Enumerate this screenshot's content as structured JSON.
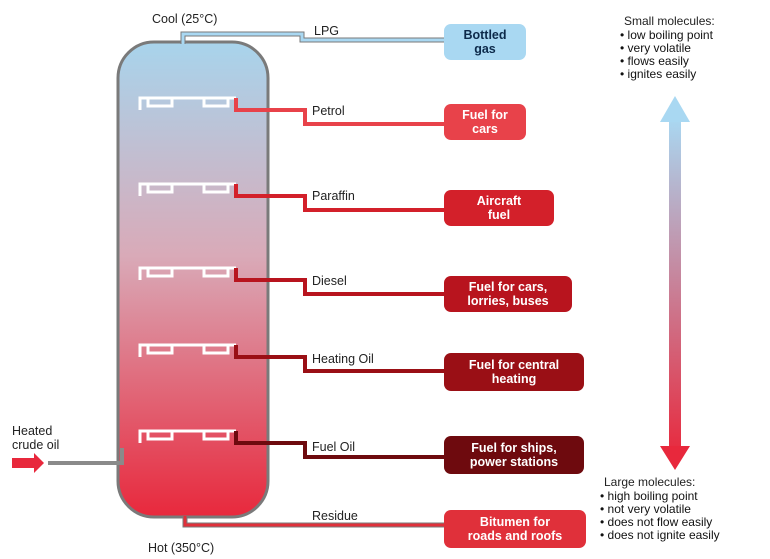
{
  "column": {
    "top_label": "Cool (25°C)",
    "bottom_label": "Hot (350°C)",
    "input_label": "Heated\ncrude oil"
  },
  "fractions": [
    {
      "name": "LPG",
      "use": "Bottled\ngas",
      "color": "#a9d8f2"
    },
    {
      "name": "Petrol",
      "use": "Fuel for\ncars",
      "color": "#e8424a"
    },
    {
      "name": "Paraffin",
      "use": "Aircraft\nfuel",
      "color": "#d3202a"
    },
    {
      "name": "Diesel",
      "use": "Fuel for cars,\nlorries, buses",
      "color": "#b8141e"
    },
    {
      "name": "Heating Oil",
      "use": "Fuel for central\nheating",
      "color": "#9a0f15"
    },
    {
      "name": "Fuel Oil",
      "use": "Fuel for ships,\npower stations",
      "color": "#6e0a0e"
    },
    {
      "name": "Residue",
      "use": "Bitumen for\nroads and roofs",
      "color": "#e0303a"
    }
  ],
  "scale": {
    "top_heading": "Small molecules:",
    "top_points": [
      "low boiling point",
      "very volatile",
      "flows easily",
      "ignites easily"
    ],
    "bottom_heading": "Large molecules:",
    "bottom_points": [
      "high boiling point",
      "not very volatile",
      "does not flow easily",
      "does not ignite easily"
    ]
  }
}
